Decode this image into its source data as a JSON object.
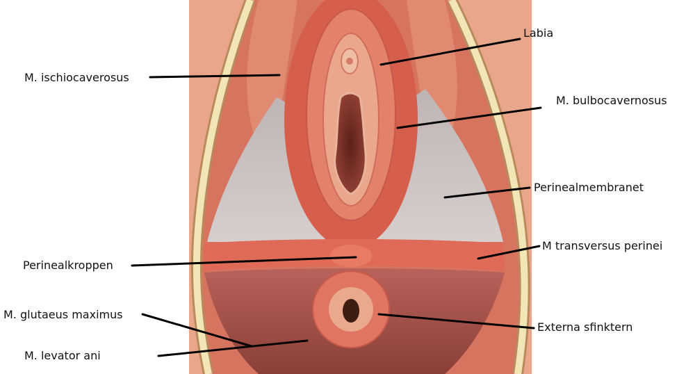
{
  "figure": {
    "labels": {
      "labia": "Labia",
      "ischiocavernosus": "M. ischiocaverosus",
      "bulbocavernosus": "M. bulbocavernosus",
      "perinealmembranet": "Perinealmembranet",
      "transversus": "M transversus perinei",
      "perinealkroppen": "Perinealkroppen",
      "glutaeus": "M. glutaeus maximus",
      "externa": "Externa sfinktern",
      "levator": "M. levator ani"
    }
  }
}
